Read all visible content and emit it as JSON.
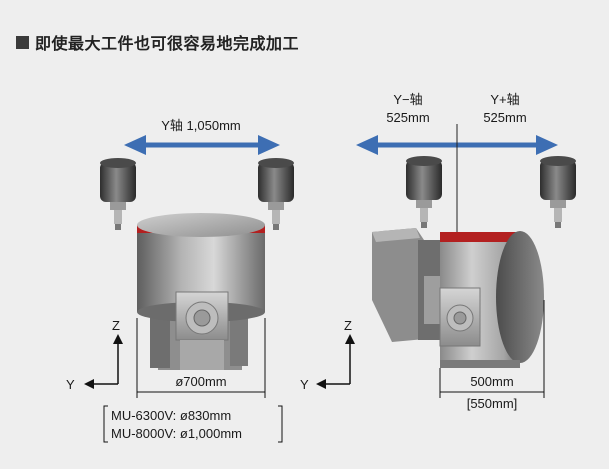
{
  "title": "即使最大工件也可很容易地完成加工",
  "left": {
    "y_travel_label": "Y轴  1,050mm",
    "diameter_label": "ø700mm",
    "y_axis": "Y",
    "z_axis": "Z",
    "models": [
      "MU-6300V: ø830mm",
      "MU-8000V: ø1,000mm"
    ]
  },
  "right": {
    "y_minus_label": "Y−轴",
    "y_minus_value": "525mm",
    "y_plus_label": "Y+轴",
    "y_plus_value": "525mm",
    "y_axis": "Y",
    "z_axis": "Z",
    "width_label": "500mm",
    "width_alt_label": "[550mm]"
  },
  "colors": {
    "arrow": "#3d6eb3",
    "red_band": "#b32020",
    "background": "#eeeeee"
  }
}
